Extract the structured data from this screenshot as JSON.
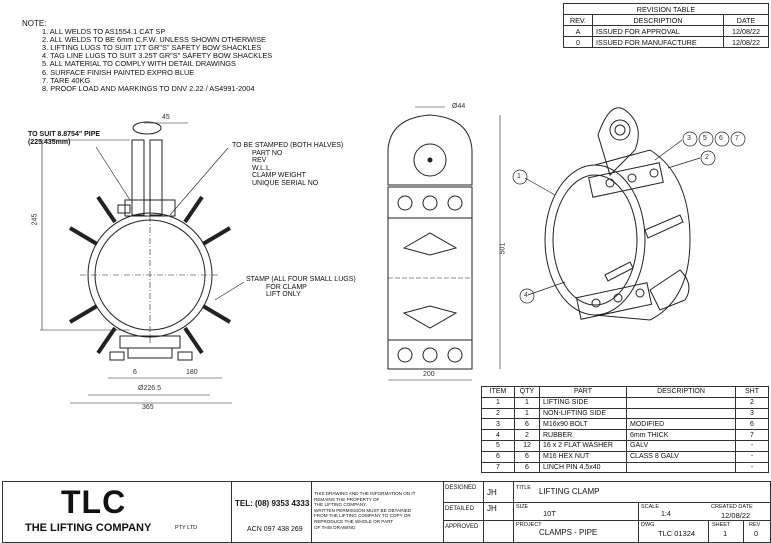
{
  "notes": {
    "heading": "NOTE:",
    "lines": [
      "1. ALL WELDS TO AS1554.1 CAT SP",
      "2. ALL WELDS TO BE 6mm C.F.W. UNLESS SHOWN OTHERWISE",
      "3. LIFTING LUGS TO SUIT 17T GR\"S\" SAFETY BOW SHACKLES",
      "4. TAG LINE LUGS TO SUIT  3.25T GR\"S\" SAFETY BOW SHACKLES",
      "5. ALL MATERIAL TO COMPLY WITH DETAIL DRAWINGS",
      "6. SURFACE FINISH PAINTED EXPRO BLUE",
      "7. TARE 40KG",
      "8. PROOF LOAD AND MARKINGS TO DNV 2.22 / AS4991-2004"
    ]
  },
  "revision_table": {
    "title": "REVISION TABLE",
    "headers": [
      "REV.",
      "DESCRIPTION",
      "DATE"
    ],
    "rows": [
      [
        "A",
        "ISSUED FOR APPROVAL",
        "12/08/22"
      ],
      [
        "0",
        "ISSUED FOR MANUFACTURE",
        "12/08/22"
      ]
    ]
  },
  "front_view": {
    "pipe_label_1": "TO SUIT 8.8754\" PIPE",
    "pipe_label_2": "(225.435mm)",
    "stamp_label": [
      "TO BE STAMPED (BOTH HALVES)",
      "PART NO",
      "REV",
      "W.L.L.",
      "CLAMP WEIGHT",
      "UNIQUE SERIAL NO"
    ],
    "stamp_lugs_label": [
      "STAMP (ALL FOUR SMALL LUGS)",
      "FOR CLAMP",
      "LIFT ONLY"
    ],
    "dim_45": "45",
    "dim_245": "245",
    "dim_6": "6",
    "dim_180": "180",
    "dim_226": "Ø226.5",
    "dim_365": "365"
  },
  "side_view": {
    "dim_44": "Ø44",
    "dim_501": "501",
    "dim_200": "200"
  },
  "iso_view": {
    "balloons": [
      "1",
      "2",
      "3",
      "4",
      "5",
      "6",
      "7"
    ]
  },
  "bom": {
    "headers": [
      "ITEM",
      "QTY",
      "PART",
      "DESCRIPTION",
      "SHT"
    ],
    "rows": [
      [
        "1",
        "1",
        "LIFTING SIDE",
        "",
        "2"
      ],
      [
        "2",
        "1",
        "NON-LIFTING SIDE",
        "",
        "3"
      ],
      [
        "3",
        "6",
        "M16x90 BOLT",
        "MODIFIED",
        "6"
      ],
      [
        "4",
        "2",
        "RUBBER",
        "6mm THICK",
        "7"
      ],
      [
        "5",
        "12",
        "16 x 2 FLAT WASHER",
        "GALV",
        "-"
      ],
      [
        "6",
        "6",
        "M16 HEX NUT",
        "CLASS 8 GALV",
        "-"
      ],
      [
        "7",
        "6",
        "LINCH PIN 4.5x40",
        "",
        "-"
      ]
    ]
  },
  "title_block": {
    "logo": "TLC",
    "company": "THE LIFTING COMPANY",
    "pty": "PTY LTD",
    "tel": "TEL: (08) 9353 4333",
    "acn": "ACN 097 438 269",
    "disclaimer": [
      "THIS DRAWING AND THE INFORMATION ON IT",
      "REMAINS THE PROPERTY OF",
      "THE LIFTING COMPANY.",
      "WRITTEN PERMISSION MUST BE OBTAINED",
      "FROM THE LIFTING COMPANY TO COPY OR",
      "REPRODUCE THE WHOLE OR PART",
      "OF THIS DRAWING"
    ],
    "designed_label": "DESIGNED",
    "designed": "JH",
    "detailed_label": "DETAILED",
    "detailed": "JH",
    "approved_label": "APPROVED",
    "title_label": "TITLE",
    "title": "LIFTING CLAMP",
    "size_label": "SIZE",
    "size": "10T",
    "project_label": "PROJECT",
    "project": "CLAMPS - PIPE",
    "scale_label": "SCALE",
    "scale": "1:4",
    "created_label": "CREATED DATE",
    "created": "12/08/22",
    "dwg_label": "DWG",
    "dwg": "TLC 01324",
    "sheet_label": "SHEET",
    "sheet": "1",
    "rev_label": "REV",
    "rev": "0"
  }
}
